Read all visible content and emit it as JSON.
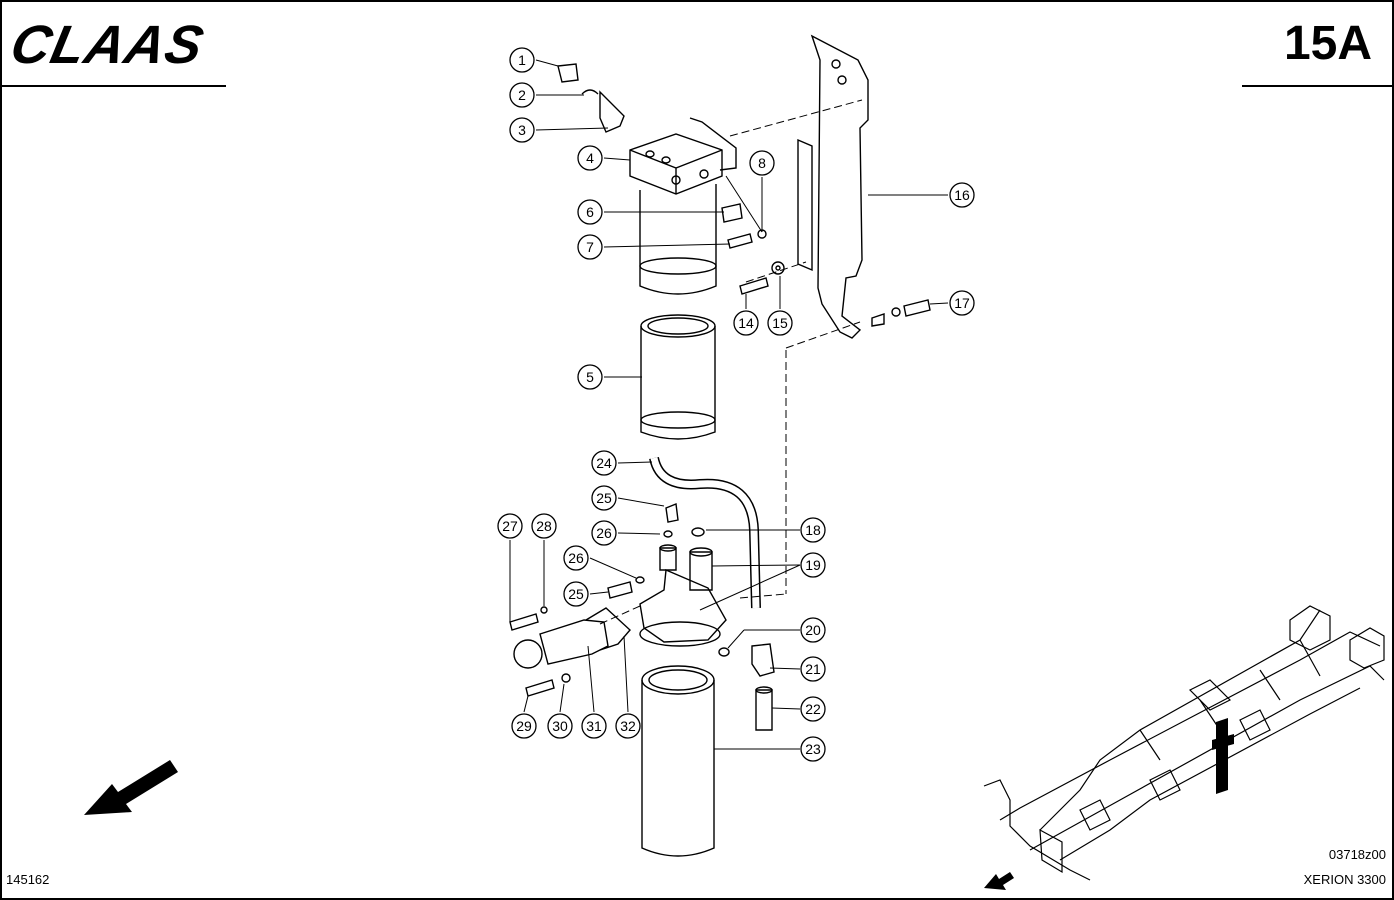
{
  "header": {
    "brand": "CLAAS",
    "page_number": "15A"
  },
  "footer": {
    "document_number": "145162",
    "drawing_code": "03718z00",
    "model": "XERION 3300"
  },
  "callouts": [
    "1",
    "2",
    "3",
    "4",
    "5",
    "6",
    "7",
    "8",
    "14",
    "15",
    "16",
    "17",
    "24",
    "25",
    "26",
    "18",
    "27",
    "28",
    "26",
    "19",
    "25",
    "20",
    "21",
    "22",
    "29",
    "30",
    "31",
    "32",
    "23"
  ],
  "colors": {
    "line": "#000000",
    "background": "#ffffff"
  }
}
